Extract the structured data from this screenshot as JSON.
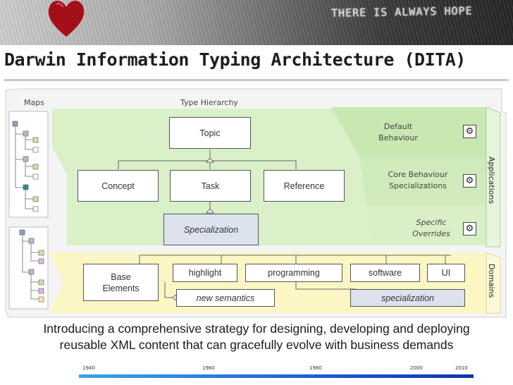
{
  "banner": {
    "wall_text": "THERE IS ALWAYS HOPE"
  },
  "title": "Darwin Information Typing Architecture (DITA)",
  "labels": {
    "maps": "Maps",
    "type_hierarchy": "Type Hierarchy",
    "applications": "Applications",
    "domains": "Domains"
  },
  "topic": {
    "topic": "Topic",
    "concept": "Concept",
    "task": "Task",
    "reference": "Reference",
    "specialization": "Specialization"
  },
  "behaviour": {
    "default_1": "Default",
    "default_2": "Behaviour",
    "core_1": "Core Behaviour",
    "core_2": "Specializations",
    "specific_1": "Specific",
    "specific_2": "Overrides"
  },
  "domains": {
    "base_1": "Base",
    "base_2": "Elements",
    "highlight": "highlight",
    "programming": "programming",
    "software": "software",
    "ui": "UI",
    "new_semantics": "new semantics",
    "specialization": "specialization"
  },
  "icons": {
    "gear": "gear-icon",
    "gear_glyph": "⚙"
  },
  "caption": {
    "line1": "Introducing a comprehensive strategy for designing, developing and deploying",
    "line2": "reusable XML content that can gracefully evolve with business demands"
  },
  "timeline": {
    "years": [
      "1940",
      "1960",
      "1980",
      "2000",
      "2010"
    ]
  },
  "colors": {
    "green_band": "#d9f0c8",
    "green_deep": "#c3e6ab",
    "yellow_band": "#fbf6c4",
    "blue_box": "#dde3ee"
  }
}
